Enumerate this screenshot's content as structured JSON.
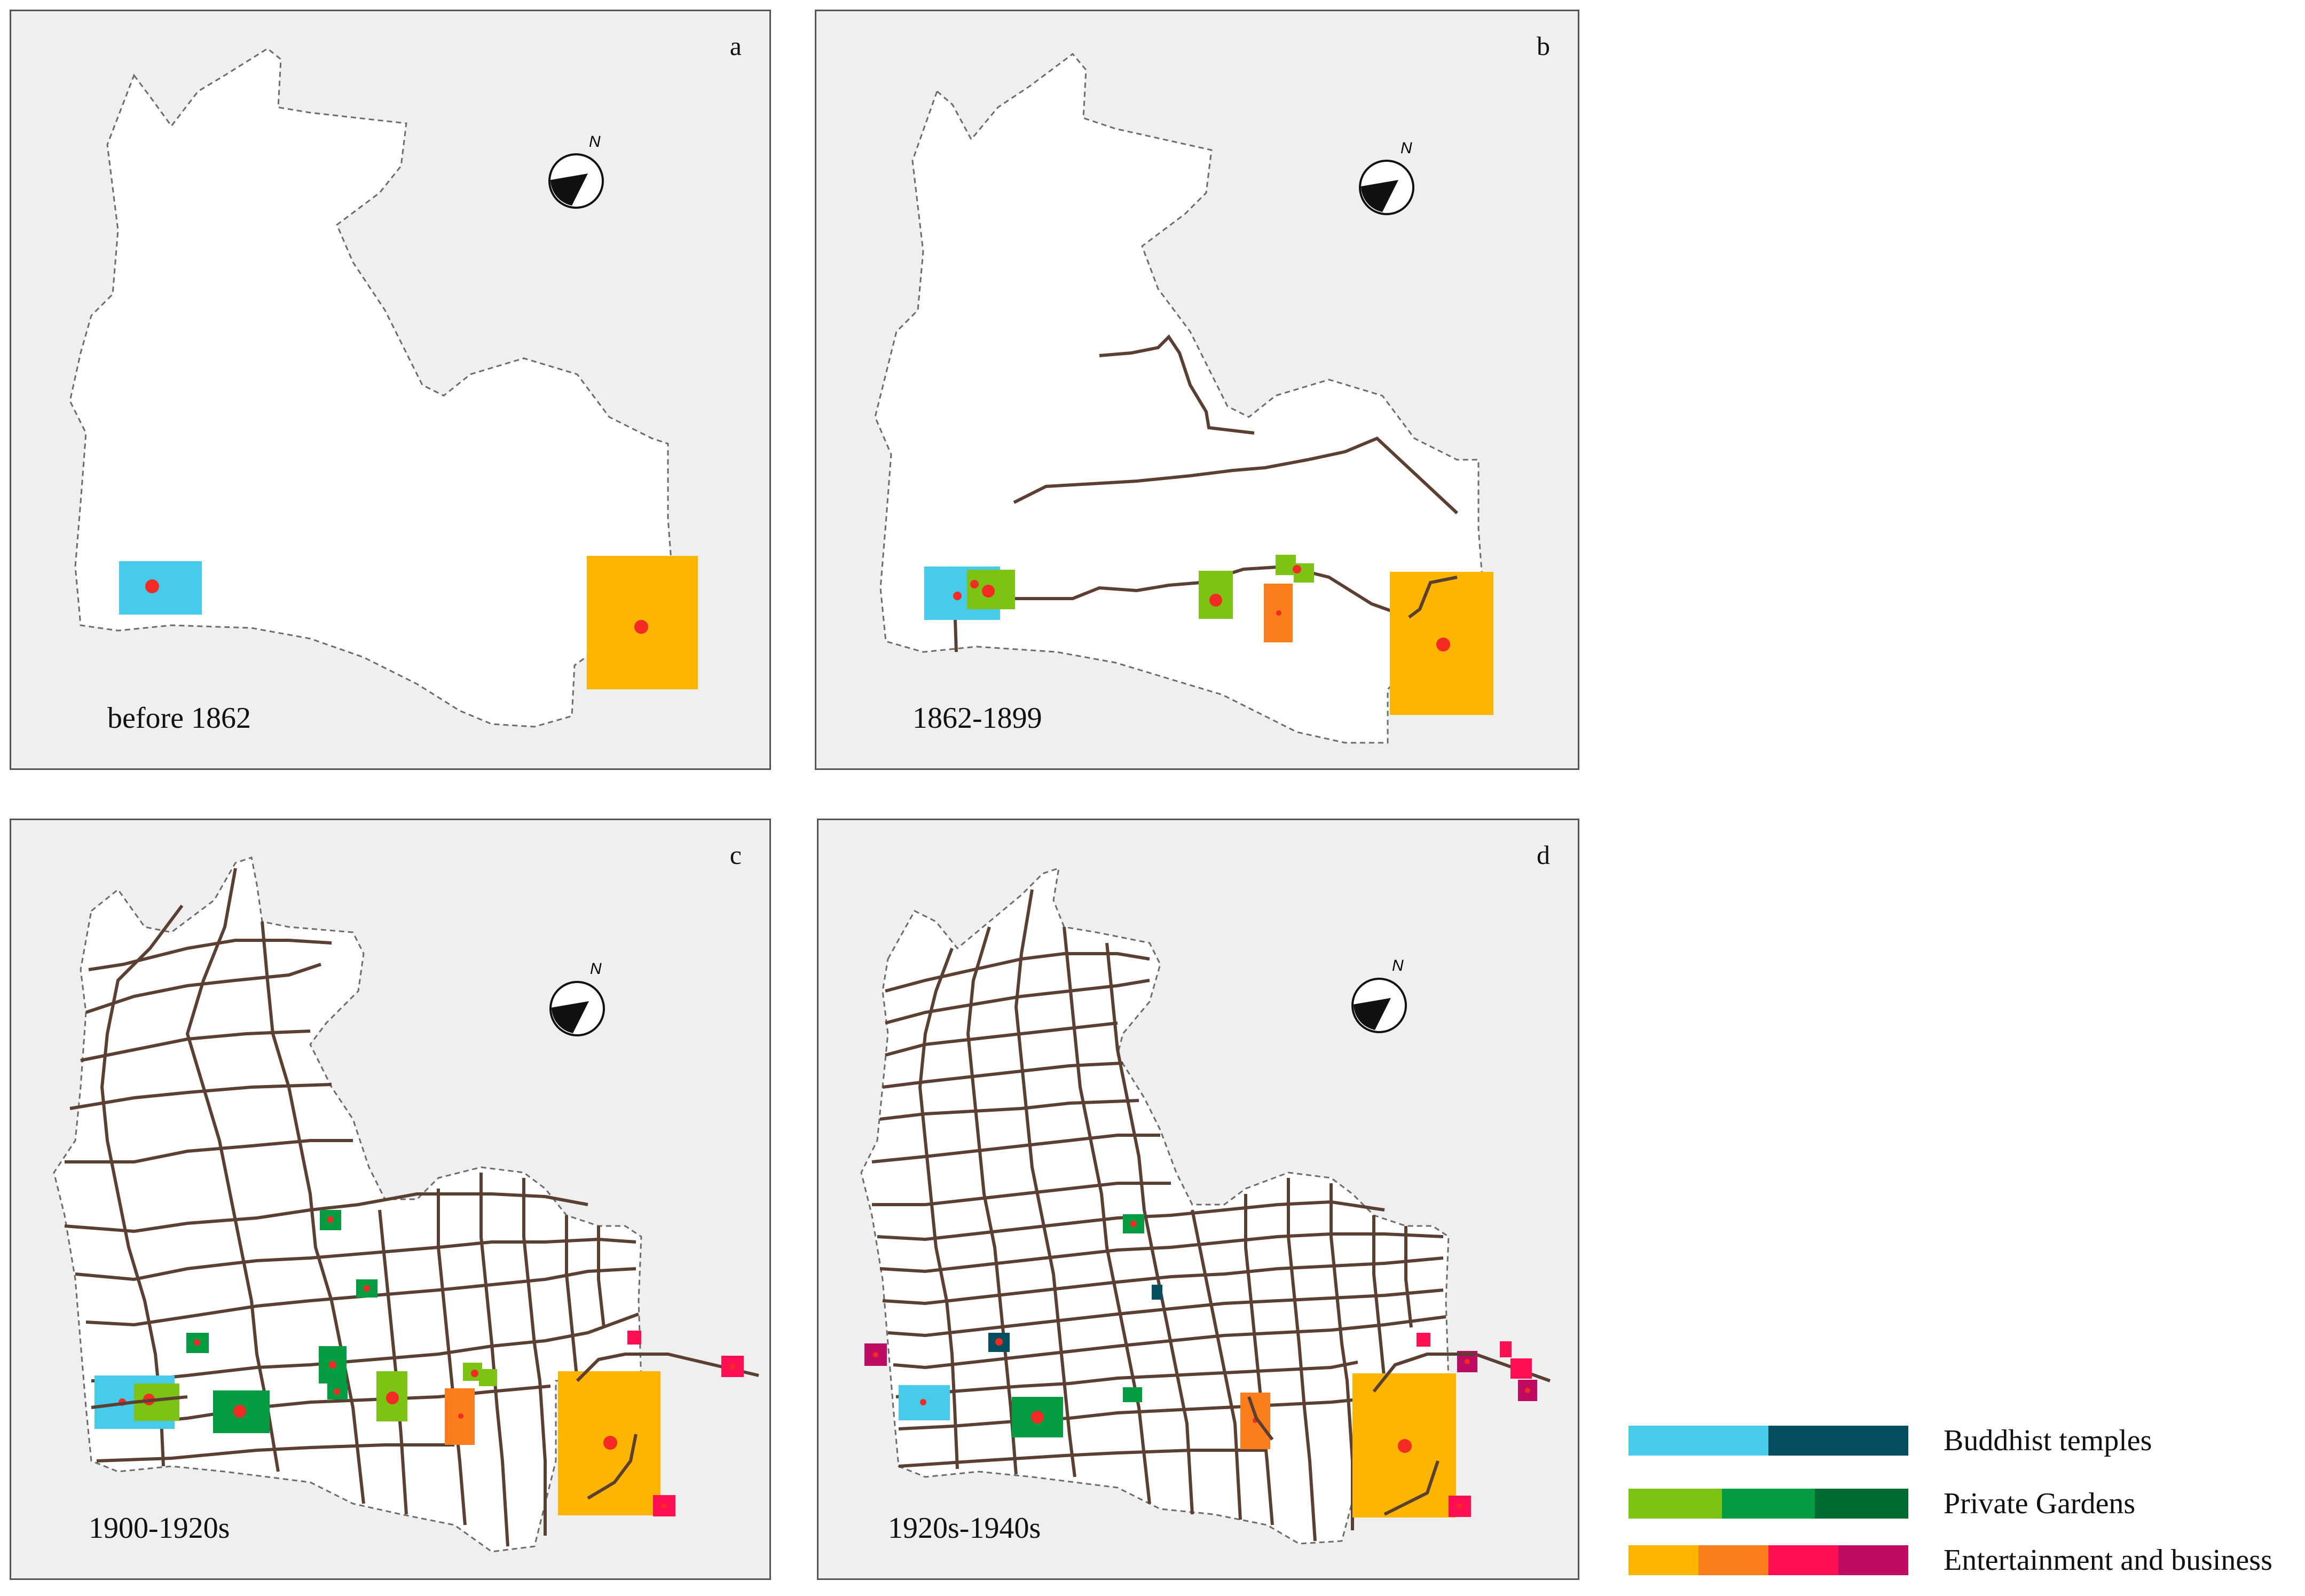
{
  "panels": [
    {
      "letter": "a",
      "period": "before 1862"
    },
    {
      "letter": "b",
      "period": "1862-1899"
    },
    {
      "letter": "c",
      "period": "1900-1920s"
    },
    {
      "letter": "d",
      "period": "1920s-1940s"
    }
  ],
  "north_label": "N",
  "legend": [
    {
      "label": "Buddhist temples",
      "colors": [
        "#47cbea",
        "#034e5f"
      ]
    },
    {
      "label": "Private Gardens",
      "colors": [
        "#7cc314",
        "#049c40",
        "#026b31"
      ]
    },
    {
      "label": "Entertainment and business",
      "colors": [
        "#feb500",
        "#fc7d1c",
        "#fe0f52",
        "#bf0c63"
      ]
    }
  ],
  "colors": {
    "road": "#5b3f32",
    "boundary": "#6c6c6c",
    "center_dot": "#f42a25",
    "panel_bg": "#efefef"
  }
}
